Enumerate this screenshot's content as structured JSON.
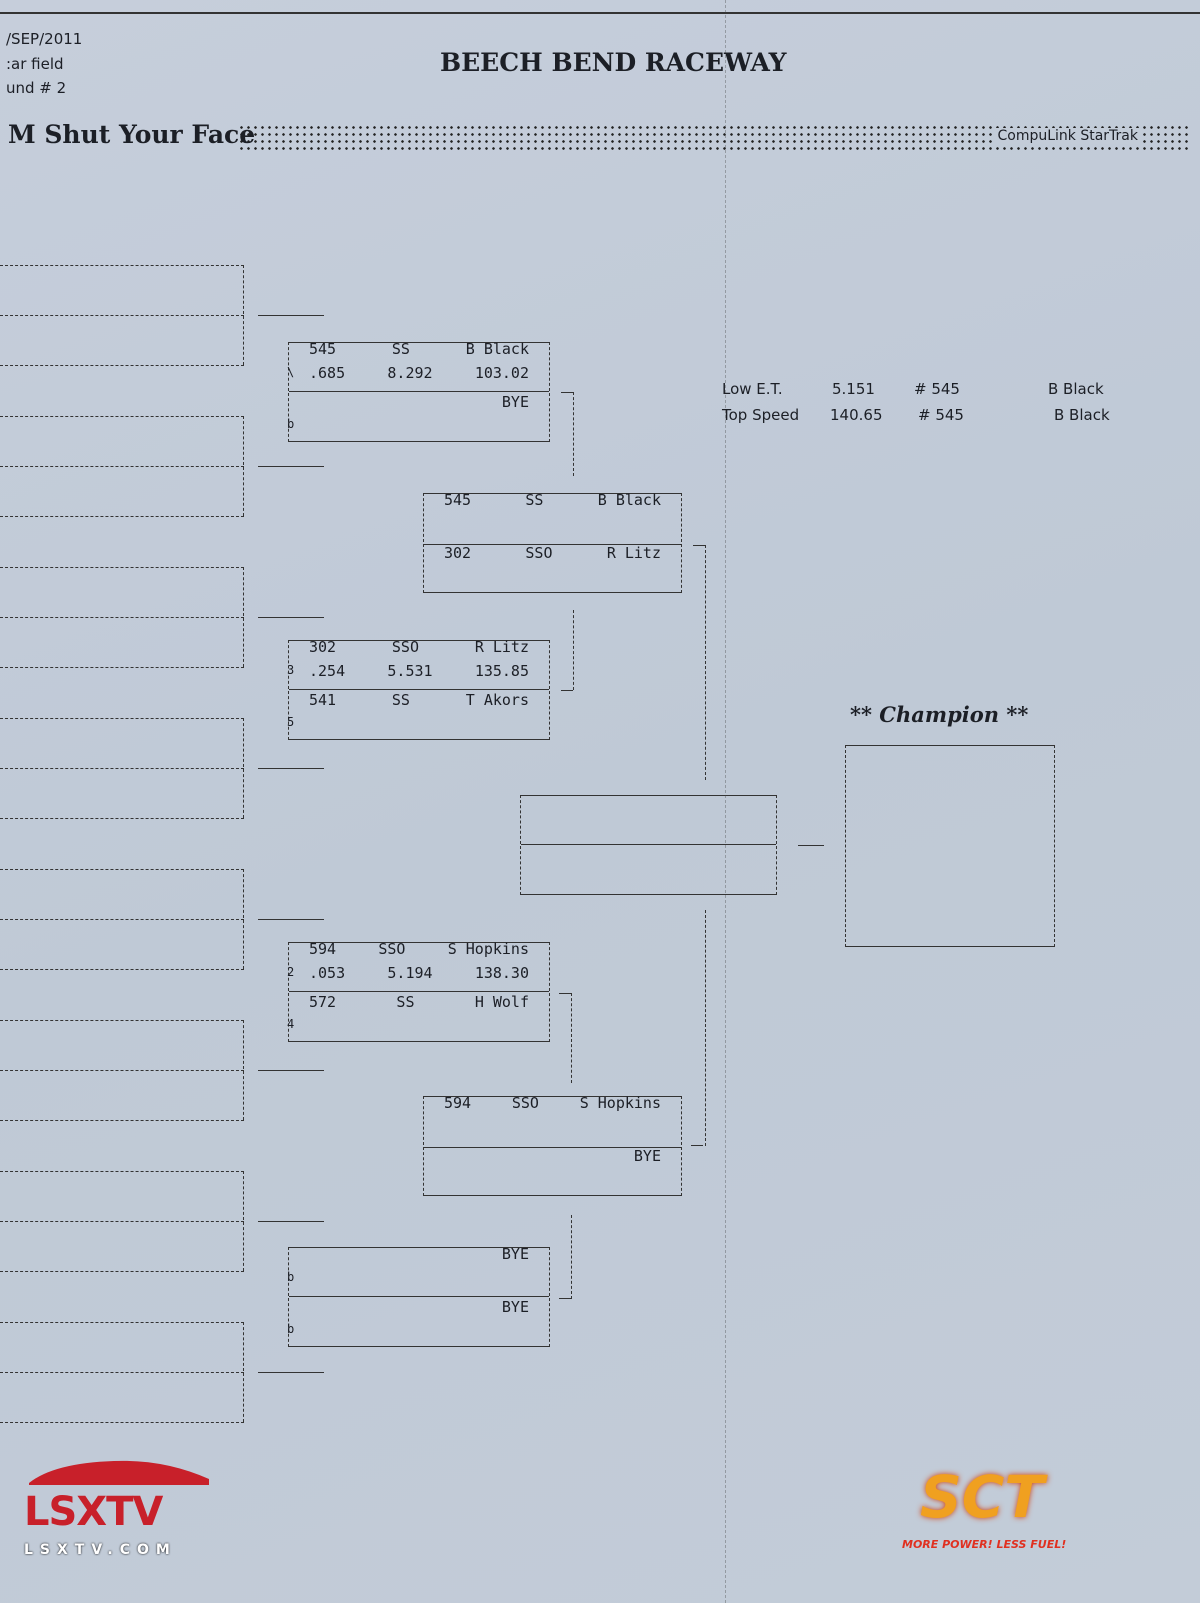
{
  "header": {
    "date": "/SEP/2011",
    "field": ":ar field",
    "round": "und # 2",
    "title": "BEECH BEND RACEWAY",
    "event": "M Shut Your Face",
    "sponsor": "CompuLink StarTrak"
  },
  "stats": {
    "low_et_label": "Low  E.T.",
    "low_et": "5.151",
    "low_et_car": "# 545",
    "low_et_driver": "B Black",
    "top_speed_label": "Top Speed",
    "top_speed": "140.65",
    "top_speed_car": "# 545",
    "top_speed_driver": "B Black"
  },
  "round2": [
    {
      "top": {
        "car": "545",
        "class": "SS",
        "driver": "B Black",
        "lane": "\\",
        "rt": ".685",
        "et": "8.292",
        "mph": "103.02"
      },
      "bottom": {
        "car": "",
        "class": "",
        "driver": "BYE",
        "lane": "b"
      }
    },
    {
      "top": {
        "car": "302",
        "class": "SSO",
        "driver": "R Litz",
        "lane": "3",
        "rt": ".254",
        "et": "5.531",
        "mph": "135.85"
      },
      "bottom": {
        "car": "541",
        "class": "SS",
        "driver": "T Akors",
        "lane": "5"
      }
    },
    {
      "top": {
        "car": "594",
        "class": "SSO",
        "driver": "S Hopkins",
        "lane": "2",
        "rt": ".053",
        "et": "5.194",
        "mph": "138.30"
      },
      "bottom": {
        "car": "572",
        "class": "SS",
        "driver": "H Wolf",
        "lane": "4"
      }
    },
    {
      "top": {
        "car": "",
        "class": "",
        "driver": "BYE",
        "lane": "b"
      },
      "bottom": {
        "car": "",
        "class": "",
        "driver": "BYE",
        "lane": "b"
      }
    }
  ],
  "round3": [
    {
      "top": {
        "car": "545",
        "class": "SS",
        "driver": "B Black"
      },
      "bottom": {
        "car": "302",
        "class": "SSO",
        "driver": "R Litz"
      }
    },
    {
      "top": {
        "car": "594",
        "class": "SSO",
        "driver": "S Hopkins"
      },
      "bottom": {
        "car": "",
        "class": "",
        "driver": "BYE"
      }
    }
  ],
  "champion_label": "** Champion **",
  "logos": {
    "lsx": "LSXTV",
    "lsx_url": "LSXTV.COM",
    "sct": "SCT",
    "sct_tagline": "MORE POWER! LESS FUEL!"
  }
}
